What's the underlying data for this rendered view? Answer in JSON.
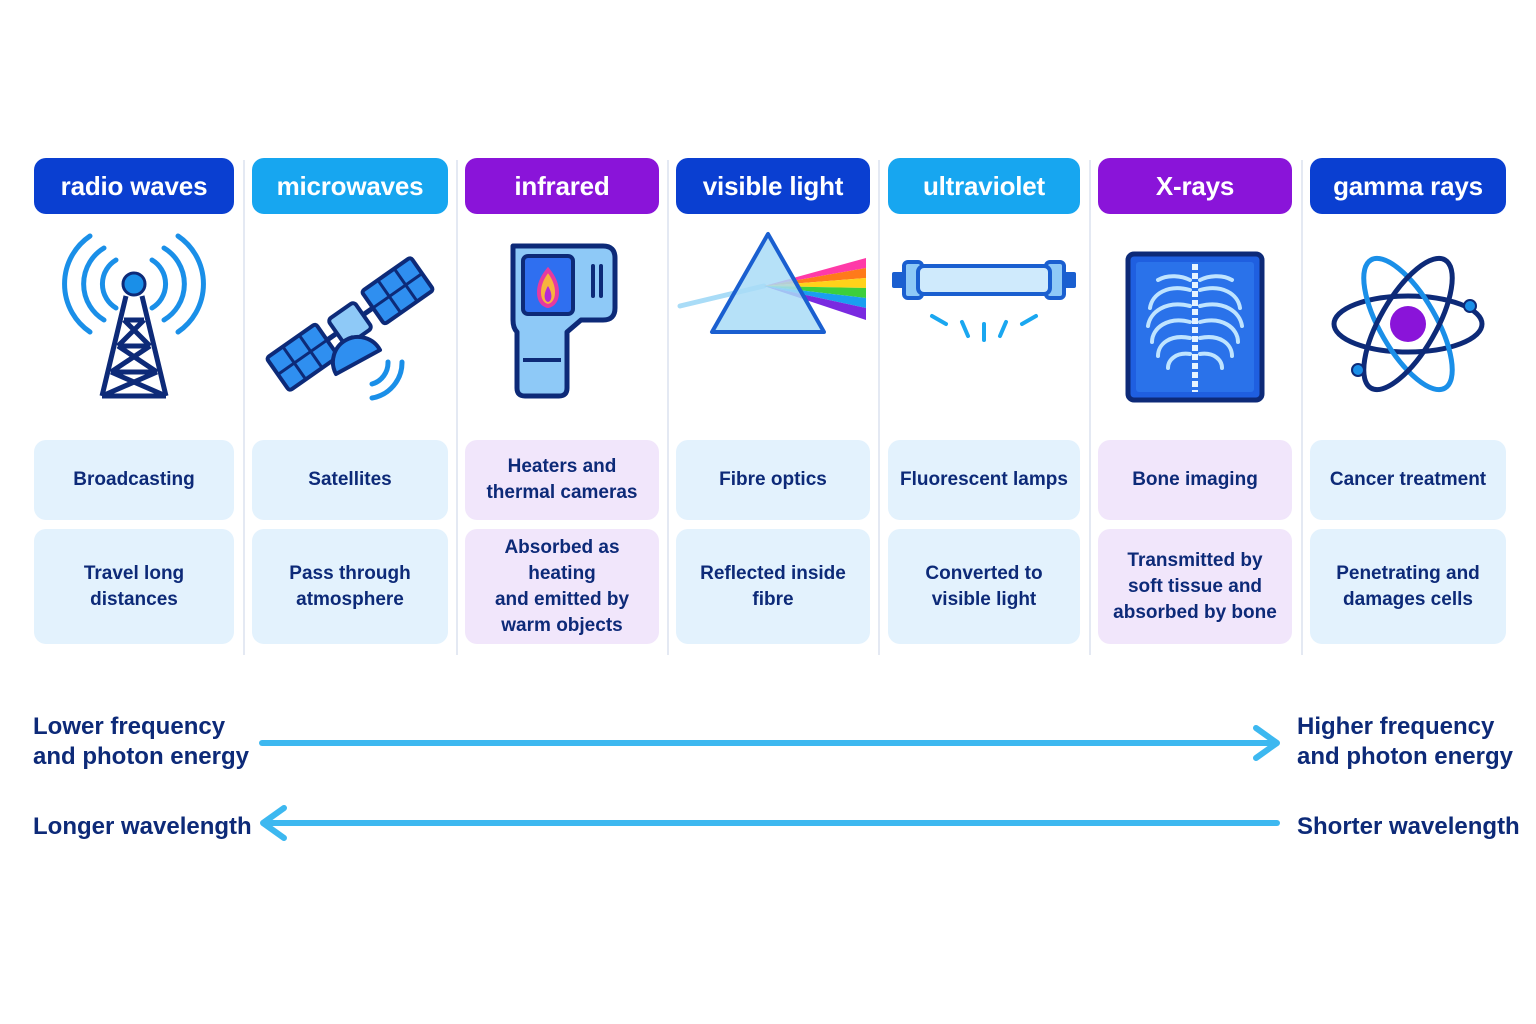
{
  "columns": [
    {
      "name": "radio waves",
      "color": "#0a3fd1",
      "icon": "radio-tower-icon",
      "use_lines": [
        "Broadcasting"
      ],
      "property_lines": [
        "Travel long",
        "distances"
      ],
      "card": "blue"
    },
    {
      "name": "microwaves",
      "color": "#17a6f0",
      "icon": "satellite-icon",
      "use_lines": [
        "Satellites"
      ],
      "property_lines": [
        "Pass through",
        "atmosphere"
      ],
      "card": "blue"
    },
    {
      "name": "infrared",
      "color": "#8a14d9",
      "icon": "thermal-camera-icon",
      "use_lines": [
        "Heaters and",
        "thermal cameras"
      ],
      "property_lines": [
        "Absorbed as heating",
        "and emitted by",
        "warm objects"
      ],
      "card": "purple"
    },
    {
      "name": "visible light",
      "color": "#0a3fd1",
      "icon": "prism-icon",
      "use_lines": [
        "Fibre optics"
      ],
      "property_lines": [
        "Reflected inside",
        "fibre"
      ],
      "card": "blue"
    },
    {
      "name": "ultraviolet",
      "color": "#17a6f0",
      "icon": "fluorescent-lamp-icon",
      "use_lines": [
        "Fluorescent lamps"
      ],
      "property_lines": [
        "Converted to",
        "visible light"
      ],
      "card": "blue"
    },
    {
      "name": "X-rays",
      "color": "#8a14d9",
      "icon": "x-ray-chest-icon",
      "use_lines": [
        "Bone imaging"
      ],
      "property_lines": [
        "Transmitted by",
        "soft tissue and",
        "absorbed by bone"
      ],
      "card": "purple"
    },
    {
      "name": "gamma rays",
      "color": "#0a3fd1",
      "icon": "atom-icon",
      "use_lines": [
        "Cancer treatment"
      ],
      "property_lines": [
        "Penetrating and",
        "damages cells"
      ],
      "card": "blue"
    }
  ],
  "scale": {
    "frequency_low": [
      "Lower frequency",
      "and photon energy"
    ],
    "frequency_high": [
      "Higher frequency",
      "and photon energy"
    ],
    "wavelength_long": "Longer wavelength",
    "wavelength_short": "Shorter wavelength",
    "arrow_color": "#3db8f0"
  },
  "colors": {
    "text_navy": "#0d2a78",
    "card_blue": "#e3f2fd",
    "card_purple": "#f1e6fb"
  }
}
